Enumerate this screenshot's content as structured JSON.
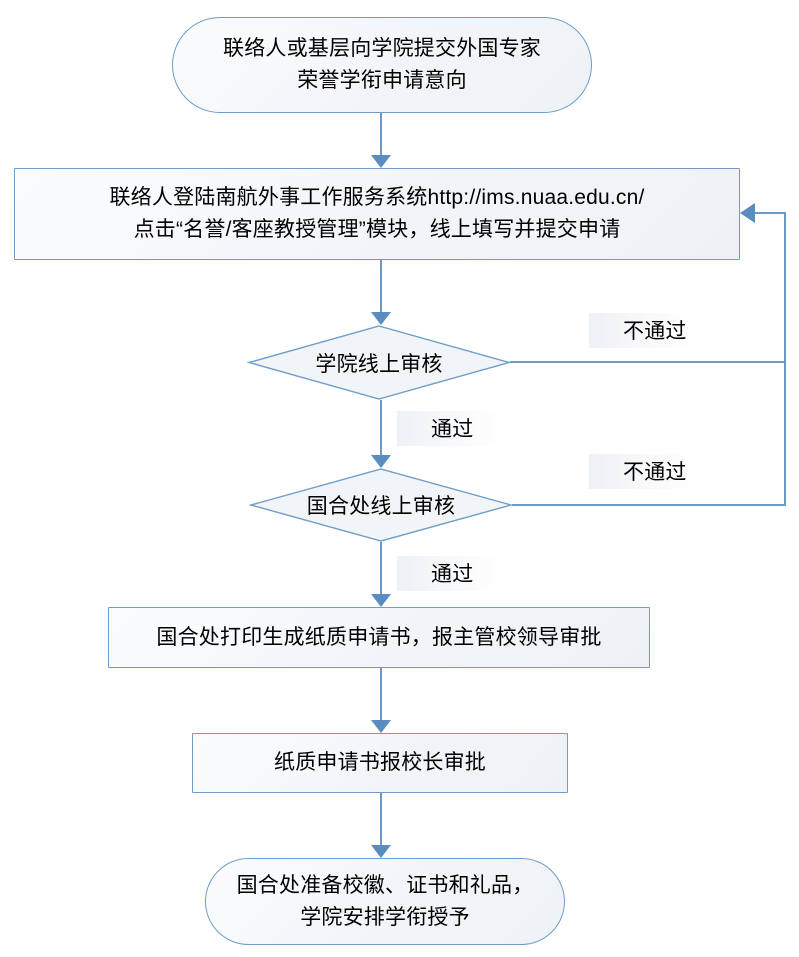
{
  "diagram": {
    "type": "flowchart",
    "orientation": "top-to-bottom",
    "accent_color": "#6e9dc9",
    "node_fill": "#f2f5f8",
    "text_color": "#000000",
    "nodes": [
      {
        "id": "start",
        "shape": "stadium",
        "text": "联络人或基层向学院提交外国专家\n荣誉学衔申请意向"
      },
      {
        "id": "submit",
        "shape": "rect",
        "text": "联络人登陆南航外事工作服务系统http://ims.nuaa.edu.cn/\n点击“名誉/客座教授管理”模块，线上填写并提交申请"
      },
      {
        "id": "college-review",
        "shape": "diamond",
        "text": "学院线上审核"
      },
      {
        "id": "office-review",
        "shape": "diamond",
        "text": "国合处线上审核"
      },
      {
        "id": "print-approval",
        "shape": "rect",
        "text": "国合处打印生成纸质申请书，报主管校领导审批"
      },
      {
        "id": "president-approval",
        "shape": "rect",
        "text": "纸质申请书报校长审批"
      },
      {
        "id": "award",
        "shape": "stadium",
        "text": "国合处准备校徽、证书和礼品，\n学院安排学衔授予"
      }
    ],
    "edge_labels": {
      "college_reject": "不通过",
      "college_pass": "通过",
      "office_reject": "不通过",
      "office_pass": "通过"
    }
  }
}
